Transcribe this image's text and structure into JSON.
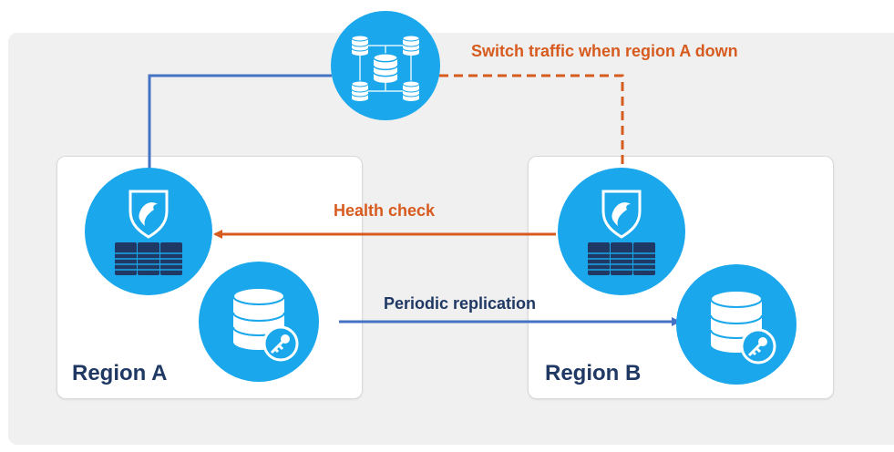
{
  "regions": {
    "a": "Region A",
    "b": "Region B"
  },
  "edges": {
    "switch_traffic": "Switch traffic when region A down",
    "health_check": "Health check",
    "periodic_replication": "Periodic replication"
  },
  "colors": {
    "node_blue": "#1aa7ec",
    "line_blue": "#4472c4",
    "line_orange": "#d75b1f",
    "label_navy": "#1f3864"
  },
  "icons": {
    "load_balancer": "distributed-database-icon",
    "firewall_server": "shield-server-icon",
    "encrypted_db": "database-key-icon"
  }
}
